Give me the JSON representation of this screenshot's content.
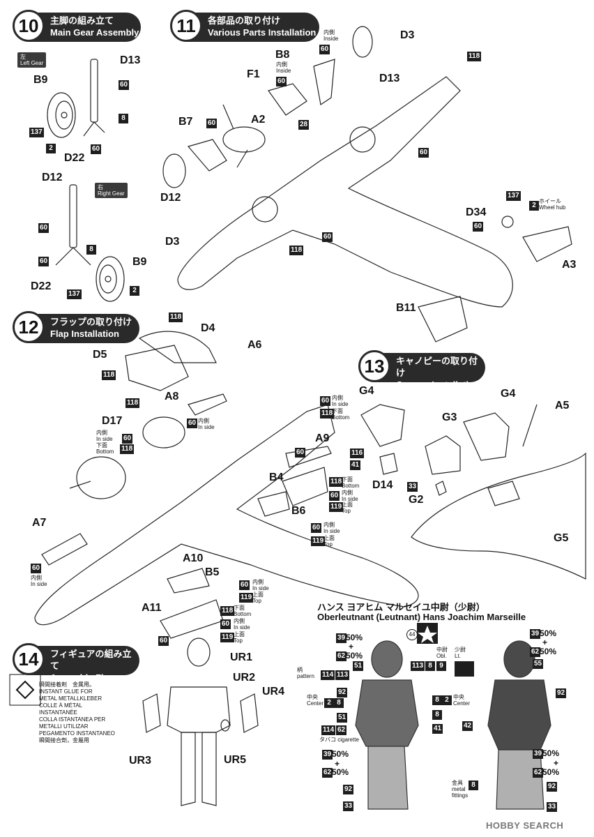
{
  "sections": {
    "s10": {
      "num": "10",
      "jp": "主脚の組み立て",
      "en": "Main Gear Assembly"
    },
    "s11": {
      "num": "11",
      "jp": "各部品の取り付け",
      "en": "Various Parts Installation"
    },
    "s12": {
      "num": "12",
      "jp": "フラップの取り付け",
      "en": "Flap Installation"
    },
    "s13": {
      "num": "13",
      "jp": "キャノピーの取り付け",
      "en": "Canopy Installation"
    },
    "s14": {
      "num": "14",
      "jp": "フィギュアの組み立て",
      "en": "Assembly Figure"
    }
  },
  "s10": {
    "left_gear_tag": "左\nLeft Gear",
    "right_gear_tag": "右\nRight Gear",
    "parts": [
      "D13",
      "B9",
      "D22",
      "D12",
      "B9",
      "D22"
    ],
    "colors": [
      "60",
      "8",
      "137",
      "2",
      "60",
      "60",
      "8",
      "60",
      "137",
      "2"
    ]
  },
  "s11": {
    "parts": [
      "B8",
      "F1",
      "A2",
      "B7",
      "D12",
      "D3",
      "D13",
      "D3",
      "D34",
      "A3",
      "B11"
    ],
    "notes": {
      "inside1": "内側\nInside",
      "inside2": "内側\nInside",
      "wheel_hub": "ホイール\nWheel hub"
    },
    "colors": [
      "60",
      "60",
      "60",
      "28",
      "60",
      "118",
      "60",
      "60",
      "118",
      "137",
      "2",
      "60"
    ]
  },
  "s12": {
    "parts": [
      "D4",
      "D5",
      "A6",
      "A8",
      "D17",
      "A9",
      "B4",
      "B6",
      "A7",
      "A10",
      "B5",
      "A11"
    ],
    "notes": {
      "inside": "内側\nIn side",
      "bottom": "下面\nBottom",
      "top": "上面\nTop",
      "inside_bottom": "内側\nIn side\n下面\nBottom"
    },
    "colors": [
      "118",
      "118",
      "118",
      "60",
      "118",
      "60",
      "118",
      "60",
      "118",
      "60",
      "119",
      "60",
      "119",
      "60",
      "60",
      "119",
      "118",
      "60",
      "119",
      "60",
      "60"
    ]
  },
  "s13": {
    "parts": [
      "G4",
      "G4",
      "A5",
      "G3",
      "D14",
      "G2",
      "G5"
    ],
    "colors": [
      "116",
      "41",
      "33"
    ]
  },
  "s14": {
    "parts": [
      "UR1",
      "UR2",
      "UR4",
      "UR3",
      "UR5"
    ],
    "glue_text": "瞬間接着剤　金属用。\nINSTANT GLUE FOR\nMETAL METALLKLEBER\nCOLLE À MÉTAL\nINSTANTANÉE\nCOLLA ISTANTANEA PER\nMETALLI UTILIZAR\nPEGAMENTO INSTANTANEO\n瞬間接合劑，金屬用"
  },
  "figure": {
    "title_jp": "ハンス ヨアヒム マルセイユ中尉（少尉）",
    "title_en": "Oberleutnant (Leutnant) Hans Joachim Marseille",
    "rank_obl": "中尉\nObl.",
    "rank_lt": "少尉\nLt.",
    "circle_44": "44",
    "pattern": "柄\npattern",
    "center": "中央\nCenter",
    "cigarette": "タバコ cigarette",
    "metal": "金具\nmetal\nfittings",
    "mix1": "50%",
    "plus": "+",
    "mix2": "50%"
  },
  "watermark": "HOBBY SEARCH"
}
